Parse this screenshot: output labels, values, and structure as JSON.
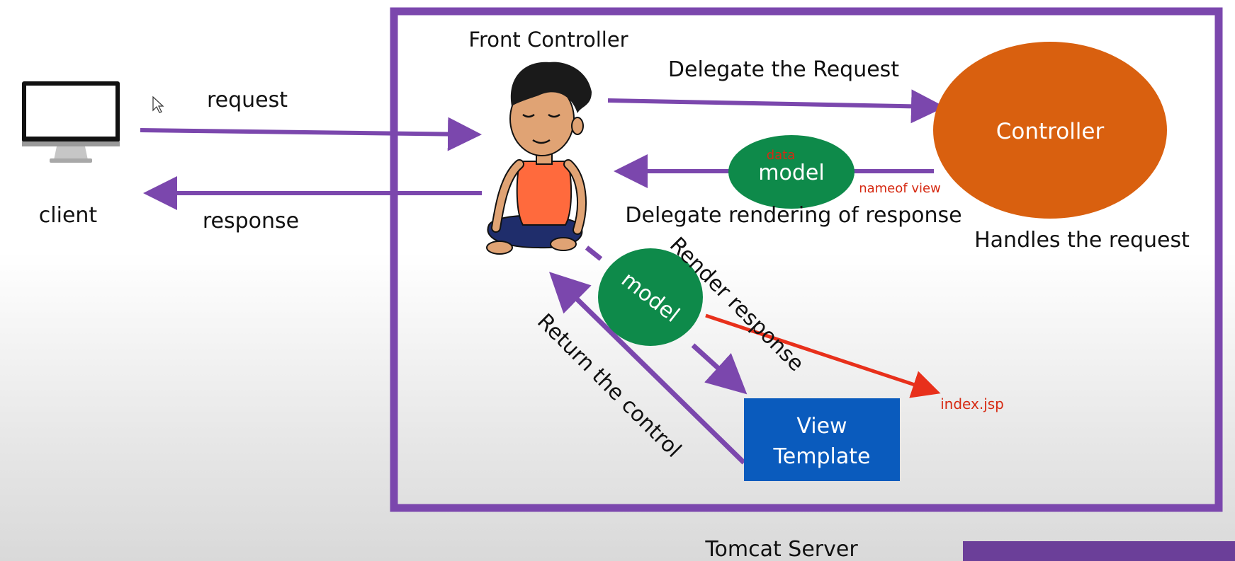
{
  "colors": {
    "server_border": "#7b47ad",
    "arrow_purple": "#7b47ad",
    "arrow_red": "#e8301b",
    "controller_fill": "#d9600f",
    "model_fill": "#0e8a4a",
    "view_fill": "#0a5bbd",
    "red_text": "#d62a12"
  },
  "labels": {
    "front_controller": "Front Controller",
    "request": "request",
    "response": "response",
    "client": "client",
    "delegate_request": "Delegate the Request",
    "controller": "Controller",
    "handles_request": "Handles the request",
    "model": "model",
    "data": "data",
    "name_of_view": "nameof view",
    "delegate_rendering": "Delegate rendering of response",
    "render_response": "Render response",
    "return_control": "Return the control",
    "view_line1": "View",
    "view_line2": "Template",
    "index_jsp": "index.jsp",
    "tomcat_server": "Tomcat Server"
  },
  "icons": {
    "client": "monitor-icon",
    "front_controller": "meditating-person-icon",
    "cursor": "mouse-cursor-icon"
  }
}
